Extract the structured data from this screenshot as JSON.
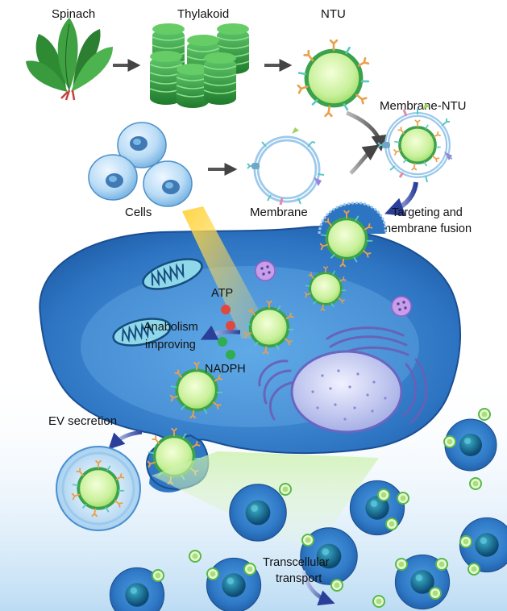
{
  "labels": {
    "spinach": "Spinach",
    "thylakoid": "Thylakoid",
    "ntu": "NTU",
    "membrane_ntu": "Membrane-NTU",
    "cells": "Cells",
    "membrane": "Membrane",
    "targeting_line1": "Targeting and",
    "targeting_line2": "membrane fusion",
    "atp": "ATP",
    "anabolism_line1": "Anabolism",
    "anabolism_line2": "improving",
    "nadph": "NADPH",
    "ev_secretion": "EV secretion",
    "transcellular_line1": "Transcellular",
    "transcellular_line2": "transport"
  },
  "colors": {
    "cell_body": "#2f79c6",
    "cell_light": "#8ec4ee",
    "ntu_core": "#c8f09a",
    "ntu_ring": "#3aa24a",
    "membrane_ring": "#9cc9ec",
    "arrow_gray": "#555555",
    "arrow_blue": "#2a3f9a",
    "atp_red": "#e2473d",
    "nadph_green": "#2fae4f",
    "thylakoid_green": "#2e9b3c"
  },
  "icons": [
    "spinach-icon",
    "thylakoid-stack-icon",
    "mitochondrion-icon",
    "golgi-icon",
    "nucleus-icon",
    "lysosome-icon",
    "light-beam-icon"
  ]
}
